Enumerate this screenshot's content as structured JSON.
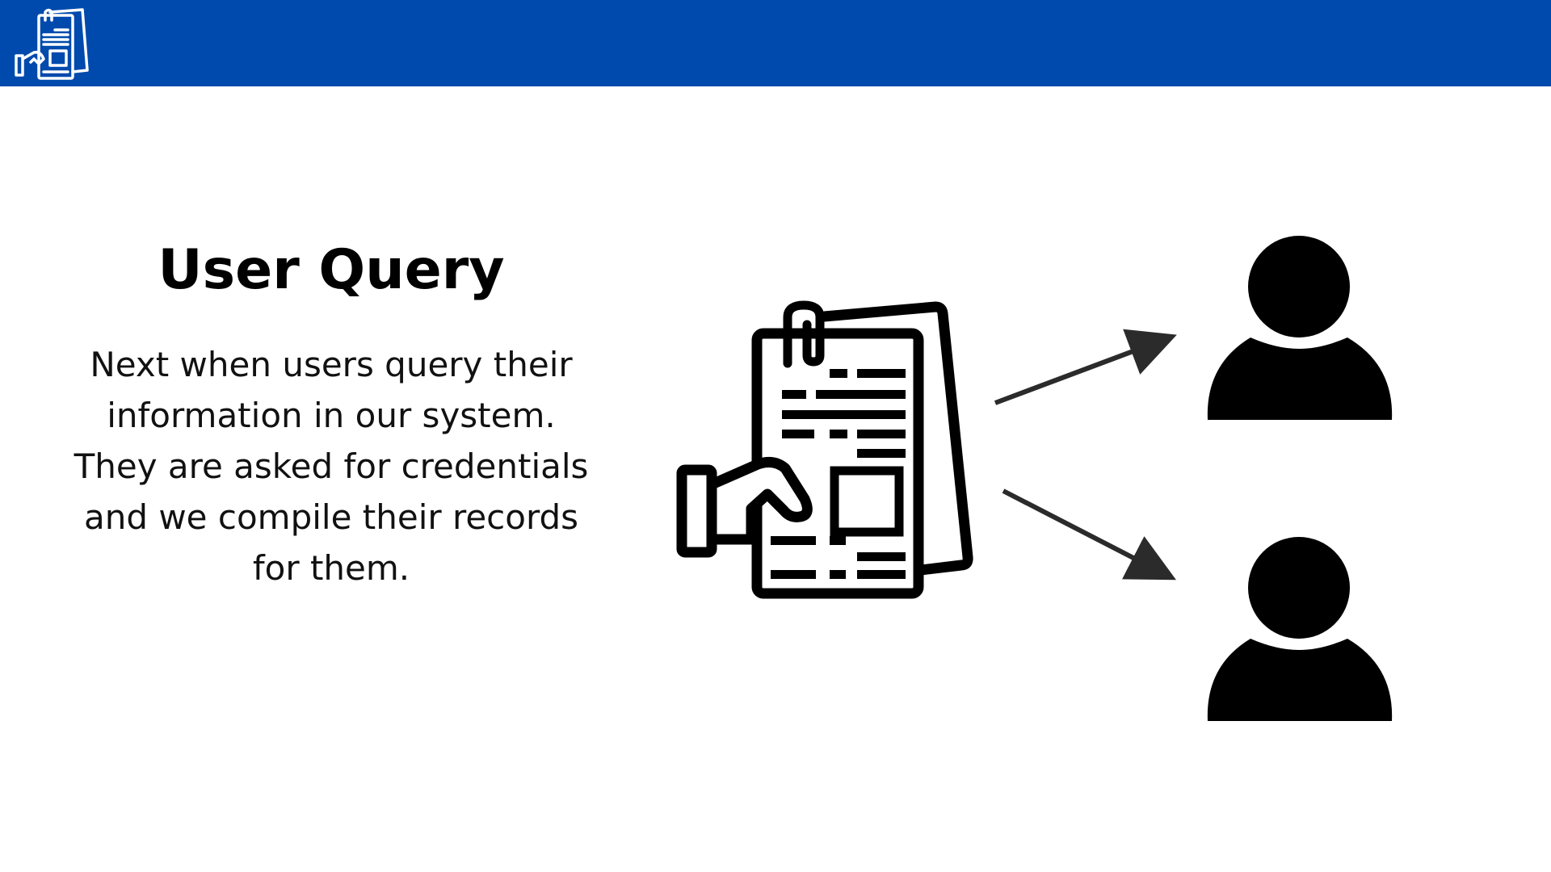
{
  "colors": {
    "header": "#004aad",
    "ink": "#000000",
    "arrow": "#2b2b2b",
    "background": "#ffffff"
  },
  "header": {
    "logo_icon": "document-hand-icon"
  },
  "content": {
    "title": "User Query",
    "body": "Next when users query their information in our system. They are asked for credentials and we compile their records for them."
  },
  "diagram": {
    "source_icon": "document-hand-icon",
    "arrows": [
      "arrow-to-user-top",
      "arrow-to-user-bottom"
    ],
    "targets": [
      "user-icon",
      "user-icon"
    ]
  }
}
